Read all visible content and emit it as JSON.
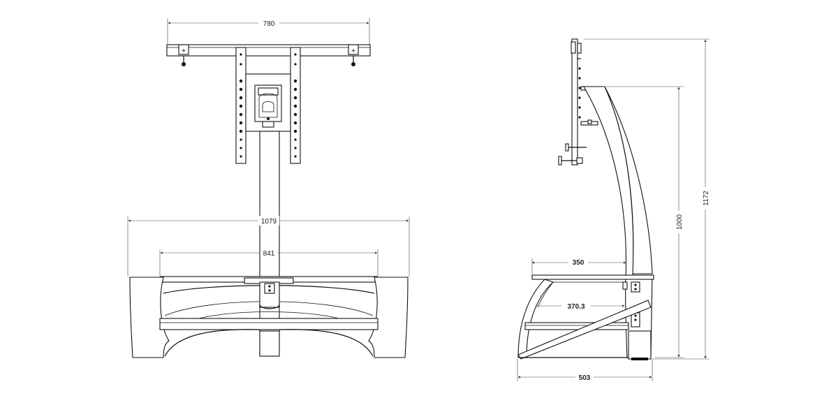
{
  "front_view": {
    "dim_top_width": "780",
    "dim_overall_width": "1079",
    "dim_shelf_width": "841"
  },
  "side_view": {
    "dim_shelf_depth": "350",
    "dim_lower_shelf_depth": "370.3",
    "dim_base_depth": "503",
    "dim_shelf_height": "1000",
    "dim_overall_height": "1172"
  }
}
